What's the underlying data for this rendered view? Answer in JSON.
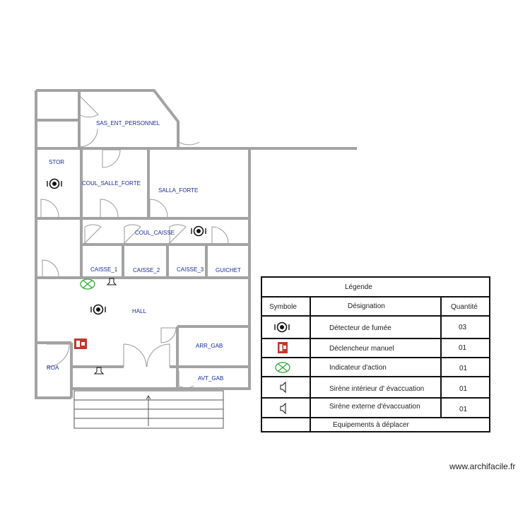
{
  "rooms": {
    "sas": "SAS_ENT_PERSONNEL",
    "stor": "STOR",
    "coul_salle_forte": "COUL_SALLE_FORTE",
    "salla_forte": "SALLA_FORTE",
    "coul_caisse": "COUL_CAISSE",
    "caisse_1": "CAISSE_1",
    "caisse_2": "CAISSE_2",
    "caisse_3": "CAISSE_3",
    "guichet": "GUICHET",
    "hall": "HALL",
    "arr_gab": "ARR_GAB",
    "avt_gab": "AVT_GAB",
    "roa": "ROA"
  },
  "legend": {
    "title": "Légende",
    "headers": {
      "symbol": "Symbole",
      "designation": "Désignation",
      "quantity": "Quantité"
    },
    "rows": [
      {
        "icon": "smoke-detector-icon",
        "designation": "Détecteur de fumée",
        "quantity": "03"
      },
      {
        "icon": "manual-call-point-icon",
        "designation": "Déclencheur manuel",
        "quantity": "01"
      },
      {
        "icon": "action-indicator-icon",
        "designation": "Indicateur d'action",
        "quantity": "01"
      },
      {
        "icon": "siren-icon",
        "designation": "Sirène intérieur d' évaccuation",
        "quantity": "01"
      },
      {
        "icon": "siren-icon",
        "designation": "Sirène externe d'évaccuation",
        "quantity": "01"
      }
    ],
    "footer": "Equipements à déplacer"
  },
  "watermark": "www.archifacile.fr",
  "colors": {
    "wall": "#a3a3a3",
    "label": "#1a2a9a",
    "manual_call_point": "#c0392b",
    "action_indicator": "#2eaa3a"
  }
}
